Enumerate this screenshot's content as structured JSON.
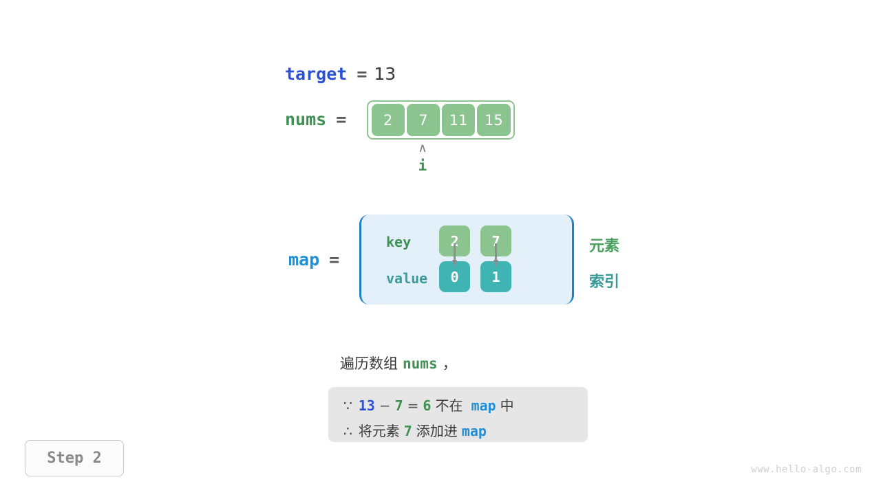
{
  "target": {
    "name": "target",
    "equals": "=",
    "value": "13"
  },
  "nums": {
    "name": "nums",
    "equals": "=",
    "cells": [
      "2",
      "7",
      "11",
      "15"
    ],
    "pointer": {
      "caret": "∧",
      "label": "i",
      "index": 1
    }
  },
  "map": {
    "name": "map",
    "equals": "=",
    "key_label": "key",
    "value_label": "value",
    "keys": [
      "2",
      "7"
    ],
    "values": [
      "0",
      "1"
    ],
    "note_element": "元素",
    "note_index": "索引"
  },
  "description": {
    "prefix": "遍历数组",
    "code": "nums",
    "suffix": "，"
  },
  "info": {
    "line1": {
      "symbol": "∵",
      "a": "13",
      "minus": "−",
      "b": "7",
      "eq": "=",
      "c": "6",
      "text_mid": "不在",
      "map": "map",
      "text_end": "中"
    },
    "line2": {
      "symbol": "∴",
      "text_start": "将元素",
      "value": "7",
      "text_mid": "添加进",
      "map": "map"
    }
  },
  "step": {
    "label": "Step 2"
  },
  "watermark": {
    "text": "www.hello-algo.com"
  },
  "colors": {
    "green": "#3f9152",
    "cell_green": "#8cc490",
    "teal": "#3fb4b2",
    "blue_dark": "#2b50d6",
    "blue_light": "#1f8fd6",
    "map_bg": "#e3f0fa",
    "map_border": "#1f7ec4",
    "info_bg": "#e6e6e6"
  }
}
